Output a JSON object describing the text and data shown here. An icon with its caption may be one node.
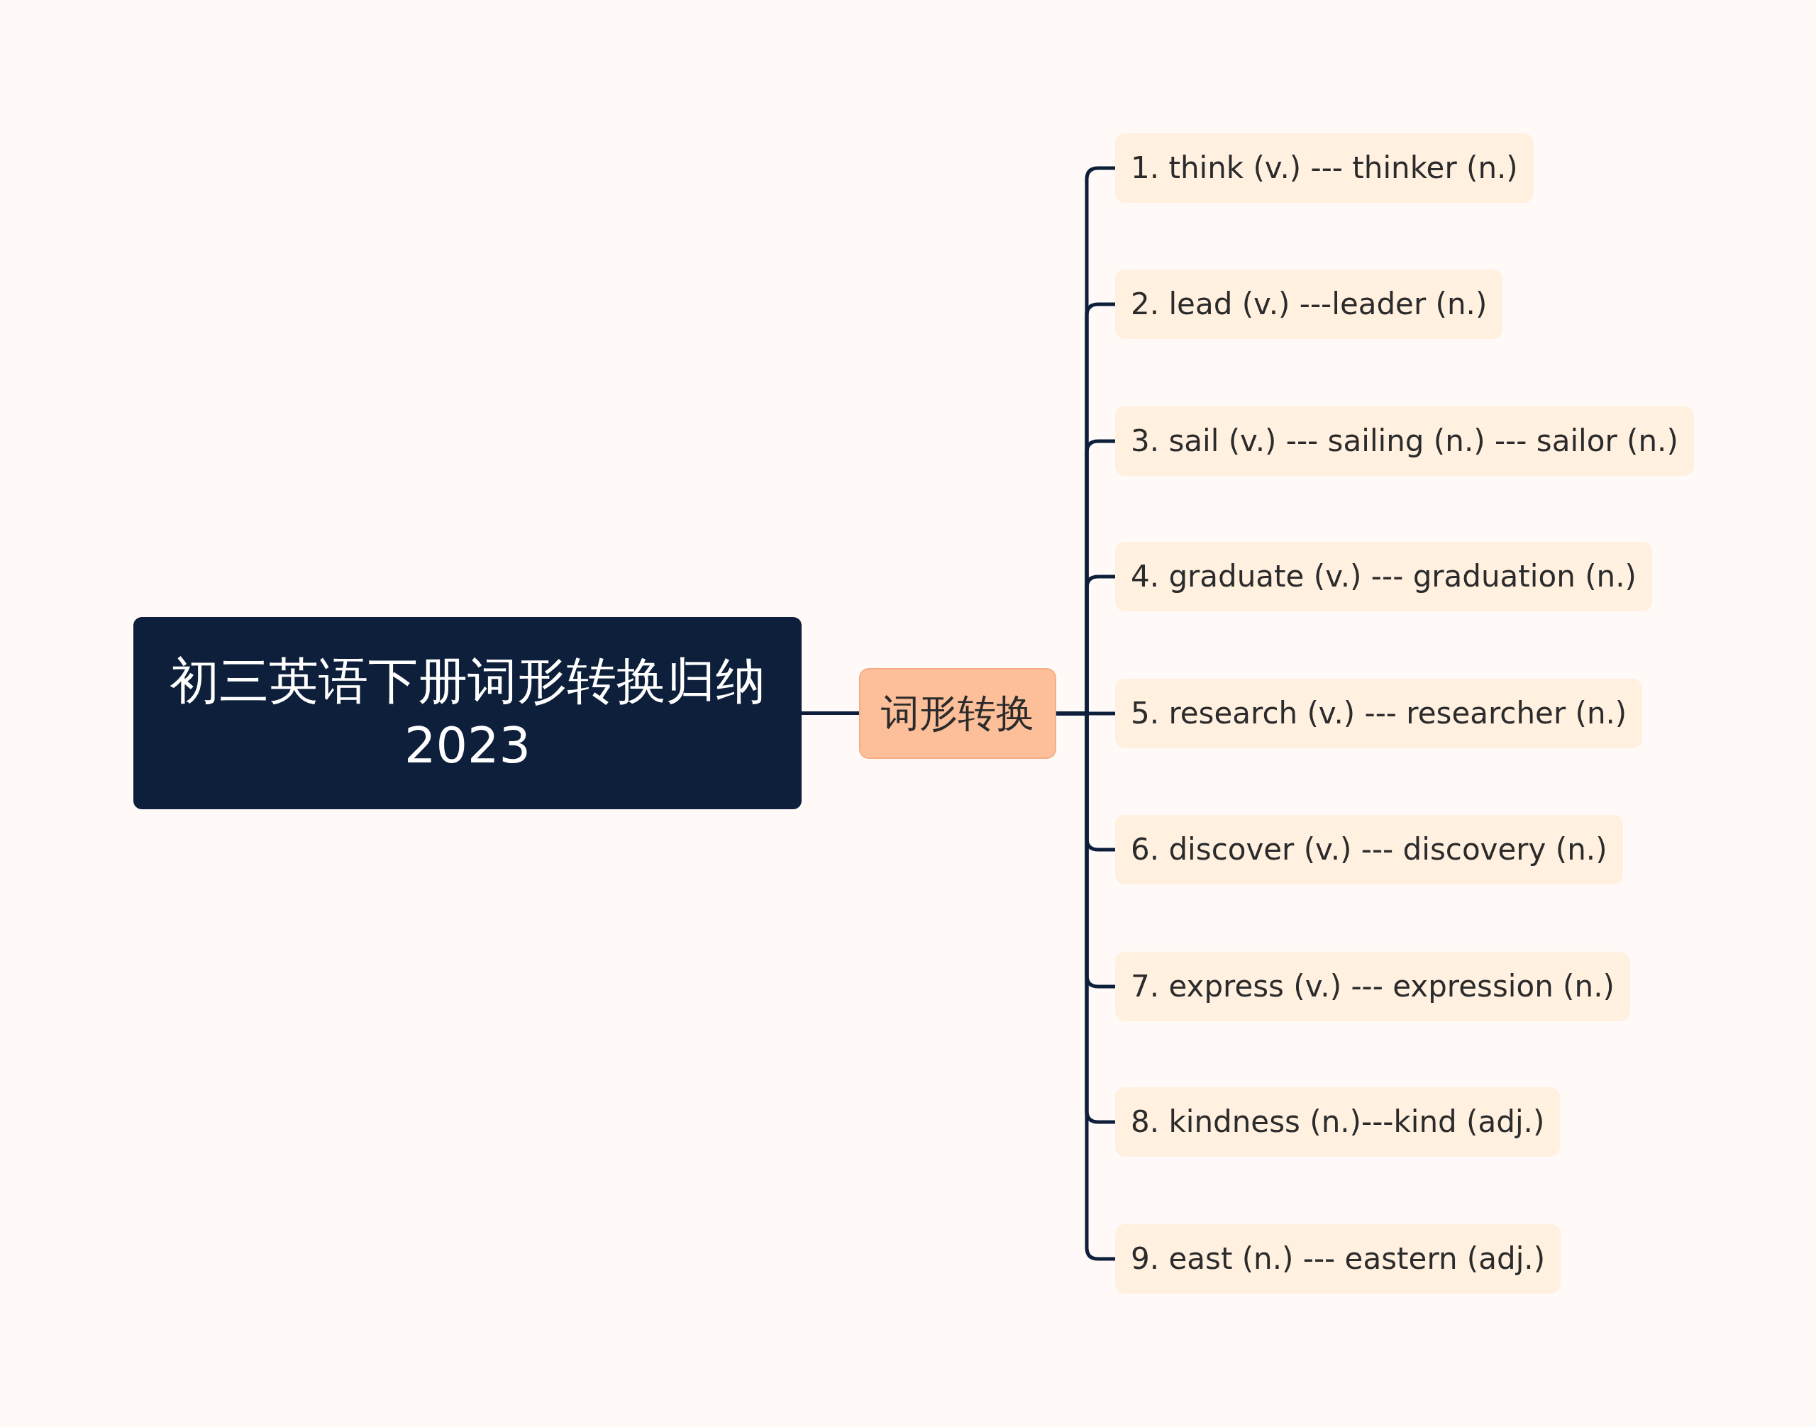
{
  "diagram": {
    "nodes": [
      {
        "text": [
          "初三英语下册词形转换归纳2023"
        ]
      },
      {
        "text": [
          "词形转换"
        ]
      },
      {
        "text": [
          "1. think (v.) --- thinker (n.)"
        ]
      },
      {
        "text": [
          "2. lead (v.) ---leader (n.)"
        ]
      },
      {
        "text": [
          "3. sail (v.) --- sailing (n.) --- sailor (n.)"
        ]
      },
      {
        "text": [
          "4. graduate (v.) --- graduation (n.)"
        ]
      },
      {
        "text": [
          "5. research (v.) --- researcher (n.)"
        ]
      },
      {
        "text": [
          "6. discover (v.) --- discovery (n.)"
        ]
      },
      {
        "text": [
          "7. express (v.) --- expression (n.)"
        ]
      },
      {
        "text": [
          "8. kindness (n.)---kind (adj.)"
        ]
      },
      {
        "text": [
          "9. east (n.) --- eastern (adj.)"
        ]
      }
    ],
    "edges": [
      {
        "from": 0,
        "to": 1,
        "arrow": "none"
      },
      {
        "from": 1,
        "to": 2,
        "arrow": "none"
      },
      {
        "from": 1,
        "to": 3,
        "arrow": "none"
      },
      {
        "from": 1,
        "to": 4,
        "arrow": "none"
      },
      {
        "from": 1,
        "to": 5,
        "arrow": "none"
      },
      {
        "from": 1,
        "to": 6,
        "arrow": "none"
      },
      {
        "from": 1,
        "to": 7,
        "arrow": "none"
      },
      {
        "from": 1,
        "to": 8,
        "arrow": "none"
      },
      {
        "from": 1,
        "to": 9,
        "arrow": "none"
      },
      {
        "from": 1,
        "to": 10,
        "arrow": "none"
      }
    ]
  }
}
